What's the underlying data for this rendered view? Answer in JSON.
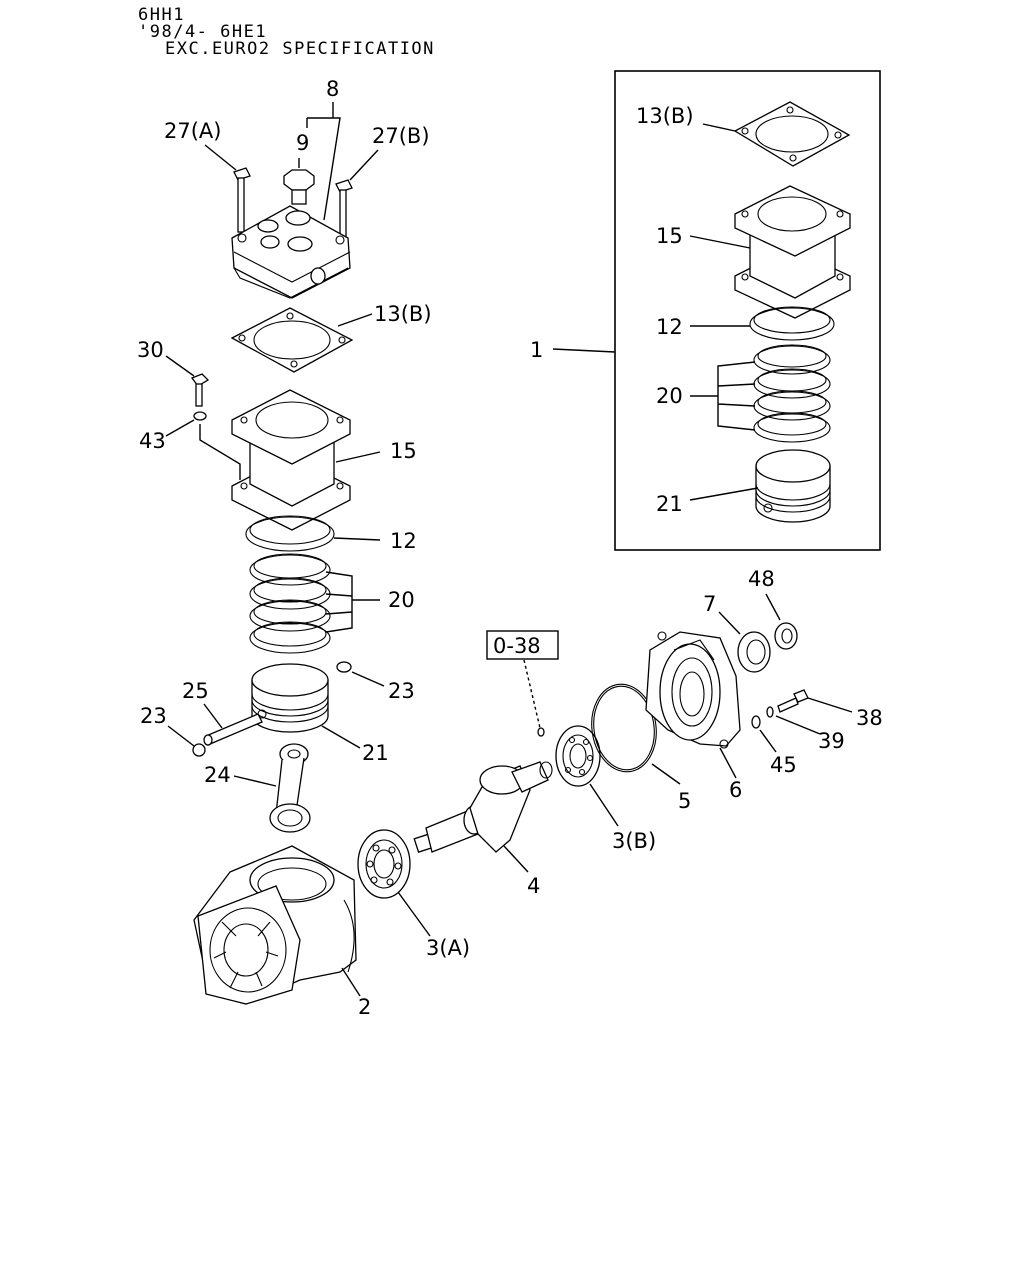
{
  "header": {
    "line1": "6HH1",
    "line2": "'98/4- 6HE1",
    "line3": "EXC.EURO2 SPECIFICATION"
  },
  "callouts": {
    "c1": "1",
    "c2": "2",
    "c3a": "3(A)",
    "c3b": "3(B)",
    "c4": "4",
    "c5": "5",
    "c6": "6",
    "c7": "7",
    "c8": "8",
    "c9": "9",
    "c12_main": "12",
    "c12_kit": "12",
    "c13b_main": "13(B)",
    "c13b_kit": "13(B)",
    "c15_main": "15",
    "c15_kit": "15",
    "c20_main": "20",
    "c20_kit": "20",
    "c21_main": "21",
    "c21_kit": "21",
    "c23_left": "23",
    "c23_right": "23",
    "c24": "24",
    "c25": "25",
    "c27a": "27(A)",
    "c27b": "27(B)",
    "c30": "30",
    "c38": "38",
    "c39": "39",
    "c43": "43",
    "c45": "45",
    "c48": "48",
    "ref_038": "0-38"
  }
}
